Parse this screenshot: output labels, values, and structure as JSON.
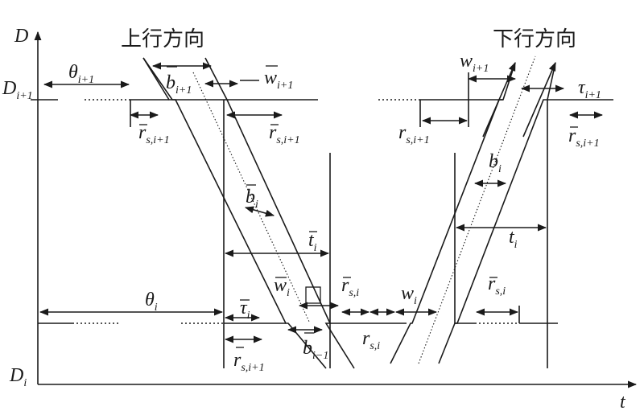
{
  "diagram": {
    "labels": {
      "axis_y": "D",
      "axis_x": "t",
      "d_i1": "D",
      "d_i1_sub": "i+1",
      "d_i": "D",
      "d_i_sub": "i",
      "title_up": "上行方向",
      "title_down": "下行方向",
      "theta_i1": "θ",
      "theta_i1_sub": "i+1",
      "theta_i": "θ",
      "theta_i_sub": "i",
      "bbar_i1": "b",
      "bbar_i1_sub": "i+1",
      "wbar_i1": "w",
      "wbar_i1_sub": "i+1",
      "rsbar_left": "r",
      "rsbar_left_sub": "s,i+1",
      "rsbar_mid": "r",
      "rsbar_mid_sub": "s,i+1",
      "bbar_i": "b",
      "bbar_i_sub": "i",
      "tbar_i": "t",
      "tbar_i_sub": "i",
      "wbar_i": "w",
      "wbar_i_sub": "i",
      "taubar_i": "τ",
      "taubar_i_sub": "i",
      "bbar_im1": "b",
      "bbar_im1_sub": "i−1",
      "rsbar_bottom": "r",
      "rsbar_bottom_sub": "s,i+1",
      "rsbar_i": "r",
      "rsbar_i_sub": "s,i",
      "rs_i": "r",
      "rs_i_sub": "s,i",
      "w_i": "w",
      "w_i_sub": "i",
      "w_i1": "w",
      "w_i1_sub": "i+1",
      "tau_i1": "τ",
      "tau_i1_sub": "i+1",
      "rs_i1": "r",
      "rs_i1_sub": "s,i+1",
      "rs_bar_i1_right": "r",
      "rs_bar_i1_right_sub": "s,i+1",
      "b_i": "b",
      "b_i_sub": "i",
      "t_i": "t",
      "t_i_sub": "i",
      "rs_bar_i_right": "r",
      "rs_bar_i_right_sub": "s,i"
    }
  }
}
